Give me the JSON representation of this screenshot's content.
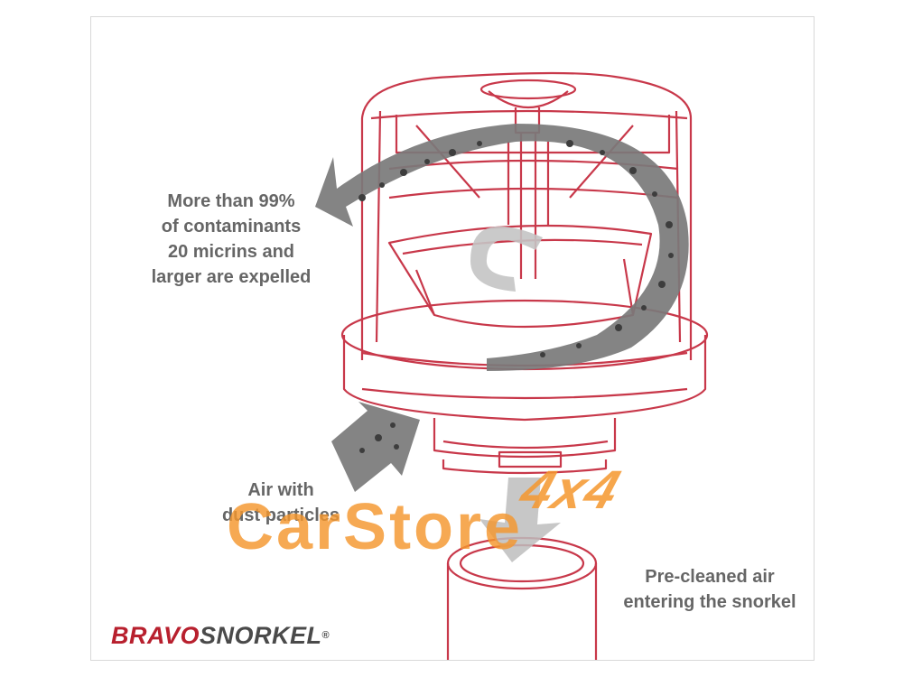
{
  "labels": {
    "expelled": [
      "More than 99%",
      "of contaminants",
      "20 micrins and",
      "larger are expelled"
    ],
    "dust": [
      "Air with",
      "dust particles"
    ],
    "precleaned": [
      "Pre-cleaned air",
      "entering the snorkel"
    ]
  },
  "brand": {
    "part1": "BRAVO",
    "part2": "SNORKEL",
    "reg": "®"
  },
  "watermark": {
    "main": "CarStore",
    "sub": "4x4"
  },
  "colors": {
    "outline": "#c8384a",
    "arrow_dark": "#6e6e6e",
    "arrow_light": "#bdbdbd",
    "text": "#666666",
    "brand_red": "#b8202e",
    "watermark": "#f4962d"
  }
}
